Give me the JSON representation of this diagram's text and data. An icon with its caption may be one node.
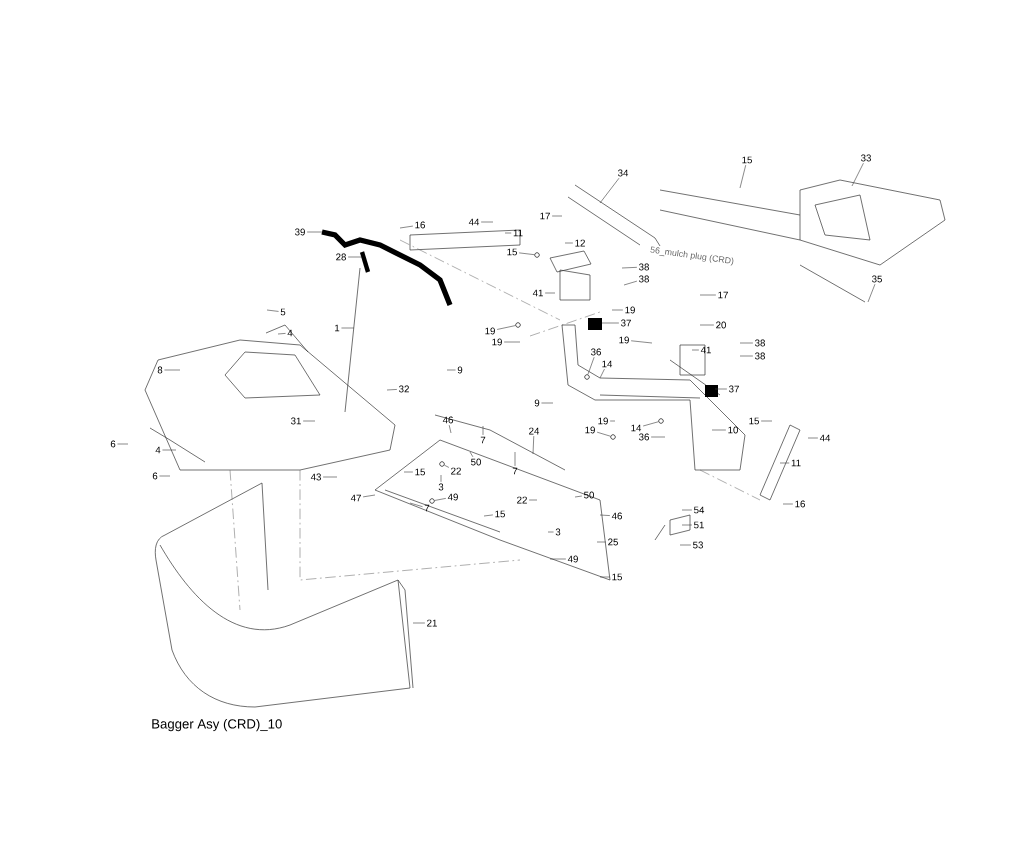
{
  "diagram": {
    "caption": "Bagger Asy (CRD)_10",
    "nodes": [
      {
        "text": [
          "15"
        ]
      },
      {
        "text": [
          "33"
        ]
      },
      {
        "text": [
          "34"
        ]
      },
      {
        "text": [
          "39"
        ]
      },
      {
        "text": [
          "16"
        ]
      },
      {
        "text": [
          "44"
        ]
      },
      {
        "text": [
          "11"
        ]
      },
      {
        "text": [
          "17"
        ]
      },
      {
        "text": [
          "15"
        ]
      },
      {
        "text": [
          "12"
        ]
      },
      {
        "text": [
          "28"
        ]
      },
      {
        "text": [
          "38"
        ]
      },
      {
        "text": [
          "38"
        ]
      },
      {
        "text": [
          "35"
        ]
      },
      {
        "text": [
          "17"
        ]
      },
      {
        "text": [
          "5"
        ]
      },
      {
        "text": [
          "4"
        ]
      },
      {
        "text": [
          "41"
        ]
      },
      {
        "text": [
          "19"
        ]
      },
      {
        "text": [
          "37"
        ]
      },
      {
        "text": [
          "20"
        ]
      },
      {
        "text": [
          "1"
        ]
      },
      {
        "text": [
          "19"
        ]
      },
      {
        "text": [
          "19"
        ]
      },
      {
        "text": [
          "19"
        ]
      },
      {
        "text": [
          "41"
        ]
      },
      {
        "text": [
          "38"
        ]
      },
      {
        "text": [
          "38"
        ]
      },
      {
        "text": [
          "8"
        ]
      },
      {
        "text": [
          "9"
        ]
      },
      {
        "text": [
          "36"
        ]
      },
      {
        "text": [
          "14"
        ]
      },
      {
        "text": [
          "32"
        ]
      },
      {
        "text": [
          "37"
        ]
      },
      {
        "text": [
          "9"
        ]
      },
      {
        "text": [
          "31"
        ]
      },
      {
        "text": [
          "46"
        ]
      },
      {
        "text": [
          "7"
        ]
      },
      {
        "text": [
          "24"
        ]
      },
      {
        "text": [
          "19"
        ]
      },
      {
        "text": [
          "19"
        ]
      },
      {
        "text": [
          "14"
        ]
      },
      {
        "text": [
          "36"
        ]
      },
      {
        "text": [
          "10"
        ]
      },
      {
        "text": [
          "15"
        ]
      },
      {
        "text": [
          "44"
        ]
      },
      {
        "text": [
          "6"
        ]
      },
      {
        "text": [
          "4"
        ]
      },
      {
        "text": [
          "50"
        ]
      },
      {
        "text": [
          "22"
        ]
      },
      {
        "text": [
          "7"
        ]
      },
      {
        "text": [
          "3"
        ]
      },
      {
        "text": [
          "15"
        ]
      },
      {
        "text": [
          "43"
        ]
      },
      {
        "text": [
          "6"
        ]
      },
      {
        "text": [
          "11"
        ]
      },
      {
        "text": [
          "47"
        ]
      },
      {
        "text": [
          "49"
        ]
      },
      {
        "text": [
          "22"
        ]
      },
      {
        "text": [
          "50"
        ]
      },
      {
        "text": [
          "16"
        ]
      },
      {
        "text": [
          "54"
        ]
      },
      {
        "text": [
          "7"
        ]
      },
      {
        "text": [
          "15"
        ]
      },
      {
        "text": [
          "46"
        ]
      },
      {
        "text": [
          "51"
        ]
      },
      {
        "text": [
          "3"
        ]
      },
      {
        "text": [
          "25"
        ]
      },
      {
        "text": [
          "53"
        ]
      },
      {
        "text": [
          "49"
        ]
      },
      {
        "text": [
          "15"
        ]
      },
      {
        "text": [
          "21"
        ]
      },
      {
        "text": [],
        "shape": "circle"
      },
      {
        "text": [],
        "shape": "circle"
      },
      {
        "text": [],
        "shape": "circle"
      },
      {
        "text": [],
        "shape": "circle"
      },
      {
        "text": [],
        "shape": "circle"
      },
      {
        "text": [],
        "shape": "circle"
      },
      {
        "text": [],
        "shape": "circle"
      }
    ],
    "edges": [
      {
        "from": 0,
        "to": null,
        "arrow": "none"
      },
      {
        "from": 1,
        "to": null,
        "arrow": "none"
      },
      {
        "from": 2,
        "to": null,
        "arrow": "none"
      },
      {
        "from": 3,
        "to": null,
        "arrow": "none"
      },
      {
        "from": 4,
        "to": null,
        "arrow": "none"
      },
      {
        "from": 5,
        "to": null,
        "arrow": "none"
      },
      {
        "from": 6,
        "to": null,
        "arrow": "none"
      },
      {
        "from": 7,
        "to": null,
        "arrow": "none"
      },
      {
        "from": 8,
        "to": 72,
        "arrow": "none"
      },
      {
        "from": 9,
        "to": null,
        "arrow": "none"
      },
      {
        "from": 10,
        "to": null,
        "arrow": "none"
      },
      {
        "from": 11,
        "to": null,
        "arrow": "none"
      },
      {
        "from": 12,
        "to": null,
        "arrow": "none"
      },
      {
        "from": 13,
        "to": null,
        "arrow": "none"
      },
      {
        "from": 14,
        "to": null,
        "arrow": "none"
      },
      {
        "from": 15,
        "to": null,
        "arrow": "none"
      },
      {
        "from": 16,
        "to": null,
        "arrow": "none"
      },
      {
        "from": 17,
        "to": null,
        "arrow": "none"
      },
      {
        "from": 18,
        "to": null,
        "arrow": "none"
      },
      {
        "from": 19,
        "to": null,
        "arrow": "none"
      },
      {
        "from": 20,
        "to": null,
        "arrow": "none"
      },
      {
        "from": 21,
        "to": null,
        "arrow": "none"
      },
      {
        "from": 22,
        "to": 73,
        "arrow": "none"
      },
      {
        "from": 23,
        "to": null,
        "arrow": "none"
      },
      {
        "from": 24,
        "to": null,
        "arrow": "none"
      },
      {
        "from": 25,
        "to": null,
        "arrow": "none"
      },
      {
        "from": 26,
        "to": null,
        "arrow": "none"
      },
      {
        "from": 27,
        "to": null,
        "arrow": "none"
      },
      {
        "from": 28,
        "to": null,
        "arrow": "none"
      },
      {
        "from": 29,
        "to": null,
        "arrow": "none"
      },
      {
        "from": 30,
        "to": 74,
        "arrow": "none"
      },
      {
        "from": 31,
        "to": null,
        "arrow": "none"
      },
      {
        "from": 32,
        "to": null,
        "arrow": "none"
      },
      {
        "from": 33,
        "to": null,
        "arrow": "none"
      },
      {
        "from": 34,
        "to": null,
        "arrow": "none"
      },
      {
        "from": 35,
        "to": null,
        "arrow": "none"
      },
      {
        "from": 36,
        "to": null,
        "arrow": "none"
      },
      {
        "from": 37,
        "to": null,
        "arrow": "none"
      },
      {
        "from": 38,
        "to": null,
        "arrow": "none"
      },
      {
        "from": 39,
        "to": null,
        "arrow": "none"
      },
      {
        "from": 40,
        "to": 75,
        "arrow": "none"
      },
      {
        "from": 41,
        "to": 76,
        "arrow": "none"
      },
      {
        "from": 42,
        "to": null,
        "arrow": "none"
      },
      {
        "from": 43,
        "to": null,
        "arrow": "none"
      },
      {
        "from": 44,
        "to": null,
        "arrow": "none"
      },
      {
        "from": 45,
        "to": null,
        "arrow": "none"
      },
      {
        "from": 46,
        "to": null,
        "arrow": "none"
      },
      {
        "from": 47,
        "to": null,
        "arrow": "none"
      },
      {
        "from": 48,
        "to": null,
        "arrow": "none"
      },
      {
        "from": 49,
        "to": 78,
        "arrow": "none"
      },
      {
        "from": 50,
        "to": null,
        "arrow": "none"
      },
      {
        "from": 51,
        "to": null,
        "arrow": "none"
      },
      {
        "from": 52,
        "to": null,
        "arrow": "none"
      },
      {
        "from": 53,
        "to": null,
        "arrow": "none"
      },
      {
        "from": 54,
        "to": null,
        "arrow": "none"
      },
      {
        "from": 55,
        "to": null,
        "arrow": "none"
      },
      {
        "from": 56,
        "to": null,
        "arrow": "none"
      },
      {
        "from": 57,
        "to": 77,
        "arrow": "none"
      },
      {
        "from": 58,
        "to": null,
        "arrow": "none"
      },
      {
        "from": 59,
        "to": null,
        "arrow": "none"
      },
      {
        "from": 60,
        "to": null,
        "arrow": "none"
      },
      {
        "from": 61,
        "to": null,
        "arrow": "none"
      },
      {
        "from": 62,
        "to": null,
        "arrow": "none"
      },
      {
        "from": 63,
        "to": null,
        "arrow": "none"
      },
      {
        "from": 64,
        "to": null,
        "arrow": "none"
      },
      {
        "from": 65,
        "to": null,
        "arrow": "none"
      },
      {
        "from": 66,
        "to": null,
        "arrow": "none"
      },
      {
        "from": 67,
        "to": null,
        "arrow": "none"
      },
      {
        "from": 68,
        "to": null,
        "arrow": "none"
      },
      {
        "from": 69,
        "to": null,
        "arrow": "none"
      },
      {
        "from": 70,
        "to": null,
        "arrow": "none"
      },
      {
        "from": 71,
        "to": null,
        "arrow": "none"
      }
    ],
    "labels": [
      "56_mulch plug (CRD)"
    ]
  }
}
